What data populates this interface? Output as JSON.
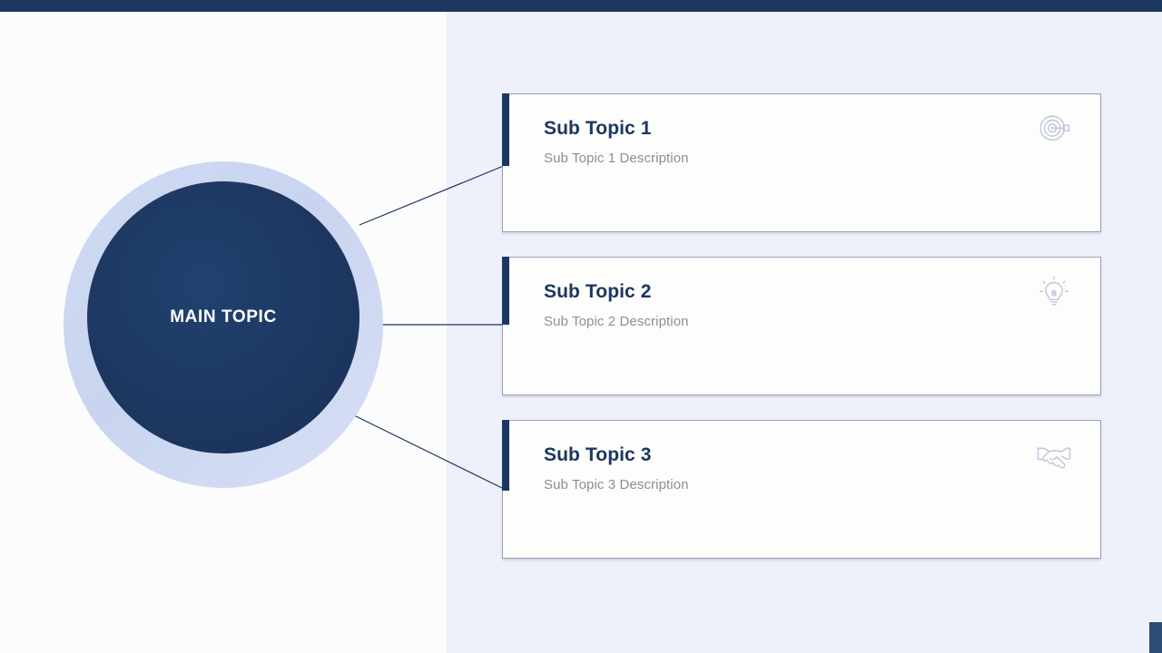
{
  "slide": {
    "background_color": "#fcfcfd",
    "panel_color": "#eef0fa",
    "accent_color": "#1c3760",
    "top_bar_color": "#1c3760"
  },
  "main_topic": {
    "label": "MAIN TOPIC",
    "ring_color": "#ccd7f1",
    "disc_color": "#1d3760",
    "text_color": "#ffffff"
  },
  "cards": [
    {
      "title": "Sub Topic 1",
      "description": "Sub Topic 1 Description",
      "icon": "target-icon"
    },
    {
      "title": "Sub Topic 2",
      "description": "Sub Topic 2 Description",
      "icon": "lightbulb-icon"
    },
    {
      "title": "Sub Topic 3",
      "description": "Sub Topic 3 Description",
      "icon": "handshake-icon"
    }
  ]
}
